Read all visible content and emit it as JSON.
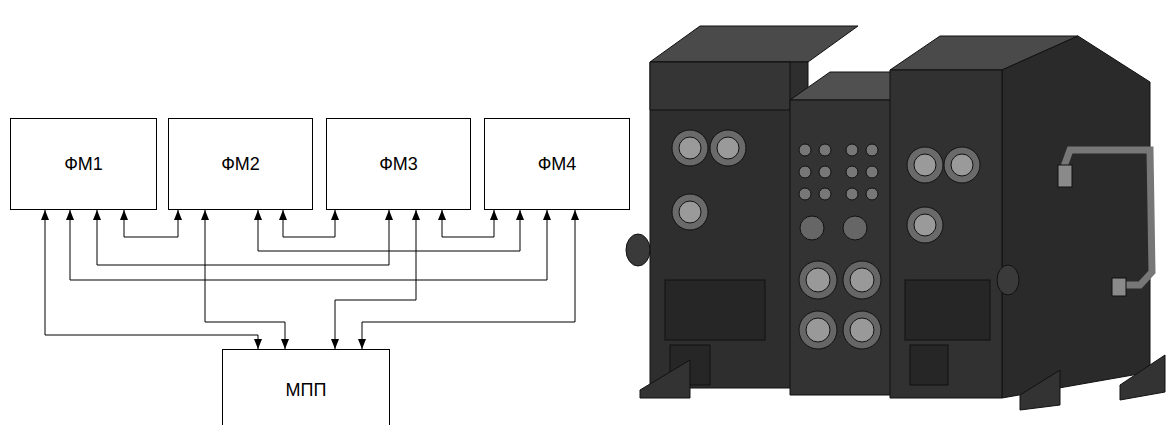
{
  "diagram": {
    "nodes": [
      {
        "text": [
          "ФМ1"
        ]
      },
      {
        "text": [
          "ФМ2"
        ]
      },
      {
        "text": [
          "ФМ3"
        ]
      },
      {
        "text": [
          "ФМ4"
        ]
      },
      {
        "text": [
          "МПП"
        ]
      }
    ],
    "edges": [
      {
        "from": 0,
        "to": 1,
        "arrow": "both"
      },
      {
        "from": 1,
        "to": 2,
        "arrow": "both"
      },
      {
        "from": 2,
        "to": 3,
        "arrow": "both"
      },
      {
        "from": 1,
        "to": 3,
        "arrow": "both"
      },
      {
        "from": 0,
        "to": 2,
        "arrow": "both"
      },
      {
        "from": 0,
        "to": 3,
        "arrow": "both"
      },
      {
        "from": 2,
        "to": 4,
        "arrow": "both"
      },
      {
        "from": 0,
        "to": 4,
        "arrow": "both"
      },
      {
        "from": 1,
        "to": 4,
        "arrow": "both"
      },
      {
        "from": 3,
        "to": 4,
        "arrow": "both"
      }
    ]
  }
}
